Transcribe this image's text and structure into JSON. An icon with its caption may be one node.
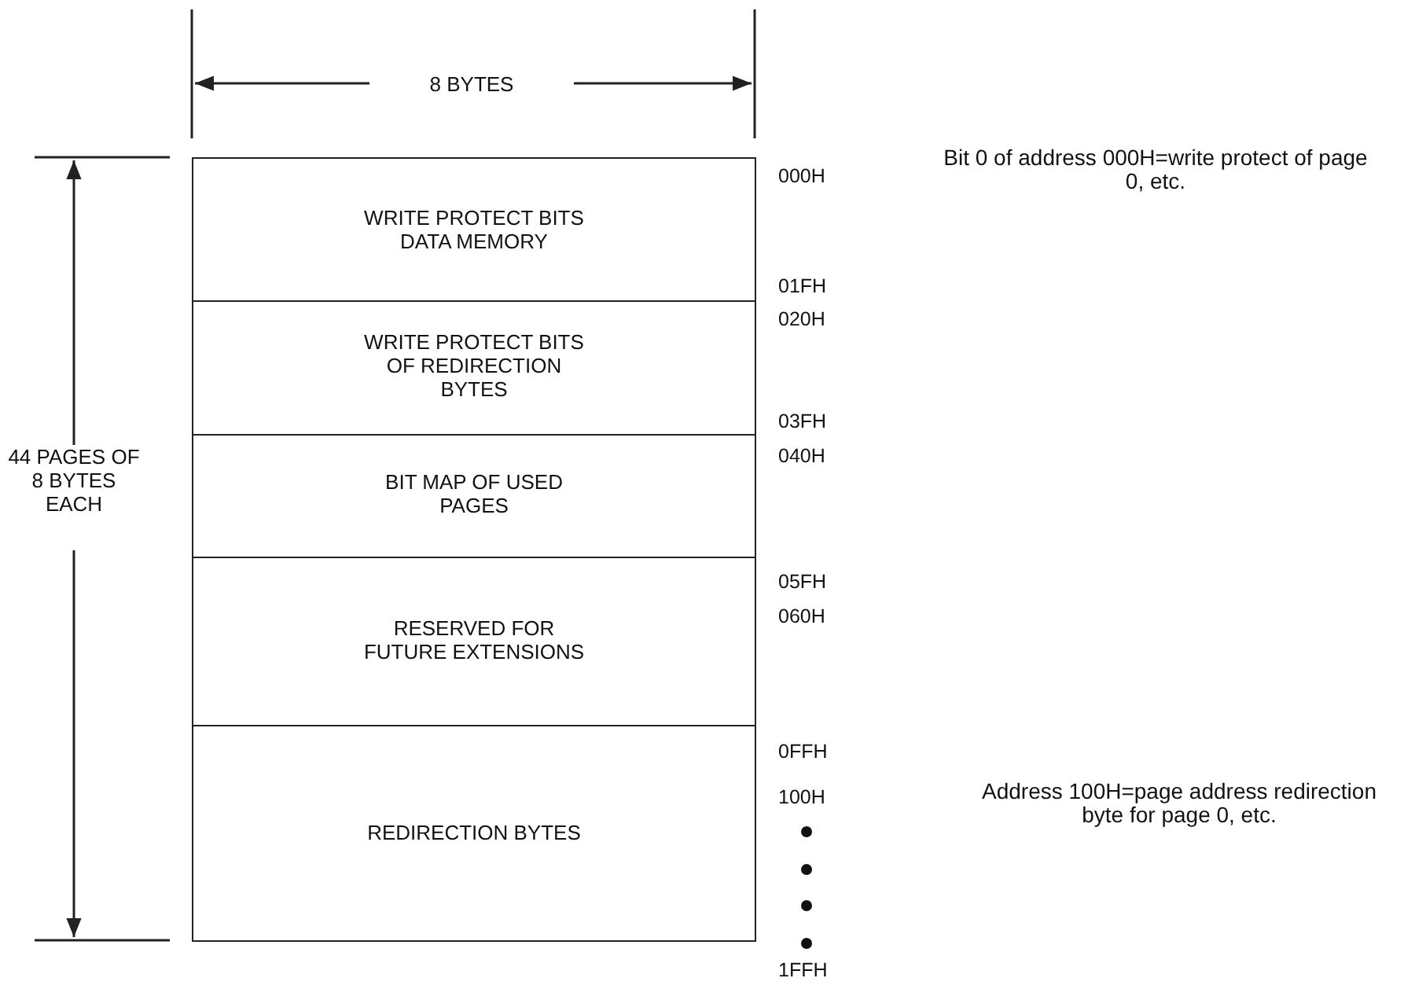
{
  "diagram": {
    "nodes": [
      {
        "text": [
          "WRITE PROTECT BITS DATA MEMORY"
        ]
      },
      {
        "text": [
          "WRITE PROTECT BITS OF REDIRECTION BYTES"
        ]
      },
      {
        "text": [
          "BIT MAP OF USED PAGES"
        ]
      },
      {
        "text": [
          "RESERVED FOR FUTURE EXTENSIONS"
        ]
      },
      {
        "text": [
          "REDIRECTION BYTES"
        ]
      }
    ],
    "edges": [],
    "labels": [
      "8 BYTES",
      "000H",
      "Bit 0 of address 000H=write protect of page 0, etc.",
      "01FH",
      "020H",
      "03FH",
      "44 PAGES OF 8 BYTES EACH",
      "040H",
      "05FH",
      "060H",
      "0FFH",
      "100H",
      "Address 100H=page address redirection byte for page 0, etc.",
      "1FFH"
    ]
  }
}
